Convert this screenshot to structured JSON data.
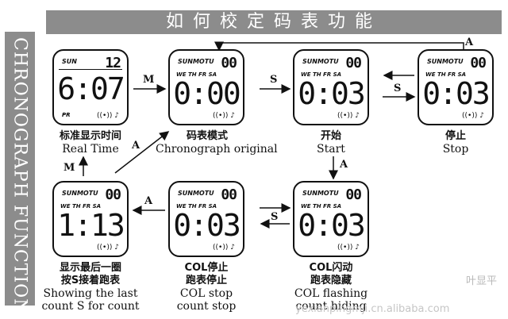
{
  "banner_title": "如何校定码表功能",
  "side_title": "CHRONOGRAPH FUNCTION",
  "screens": {
    "real_time": {
      "day": "SUN",
      "top_digits": "12",
      "big_digits": "6:07",
      "pr": "PR"
    },
    "chrono_original": {
      "day": "SUNMOTU",
      "week": "WE TH FR SA",
      "top_digits": "00",
      "big_digits": "0:00"
    },
    "start": {
      "day": "SUNMOTU",
      "week": "WE TH FR SA",
      "top_digits": "00",
      "big_digits": "0:03"
    },
    "stop": {
      "day": "SUNMOTU",
      "week": "WE TH FR SA",
      "top_digits": "00",
      "big_digits": "0:03"
    },
    "show_last": {
      "day": "SUNMOTU",
      "week": "WE TH FR SA",
      "top_digits": "00",
      "big_digits": "1:13"
    },
    "col_stop": {
      "day": "SUNMOTU",
      "week": "WE TH FR SA",
      "top_digits": "00",
      "big_digits": "0:03"
    },
    "col_flash": {
      "day": "SUNMOTU",
      "week": "WE TH FR SA",
      "top_digits": "00",
      "big_digits": "0:03"
    }
  },
  "captions": {
    "real_time": {
      "zh": "标准显示时间",
      "en": "Real Time"
    },
    "chrono_original": {
      "zh": "码表模式",
      "en": "Chronograph original"
    },
    "start": {
      "zh": "开始",
      "en": "Start"
    },
    "stop": {
      "zh": "停止",
      "en": "Stop"
    },
    "show_last": {
      "zh1": "显示最后一圈",
      "zh2": "按S接着跑表",
      "en1": "Showing the last",
      "en2": "count S for count"
    },
    "col_stop": {
      "zh1": "COL停止",
      "zh2": "跑表停止",
      "en1": "COL stop",
      "en2": "count stop"
    },
    "col_flash": {
      "zh1": "COL闪动",
      "zh2": "跑表隐藏",
      "en1": "COL flashing",
      "en2": "count hiding"
    }
  },
  "buttons": {
    "m": "M",
    "s": "S",
    "a": "A"
  },
  "watermark": "叶显平",
  "watermark2": "yexianpingmji.cn.alibaba.com"
}
